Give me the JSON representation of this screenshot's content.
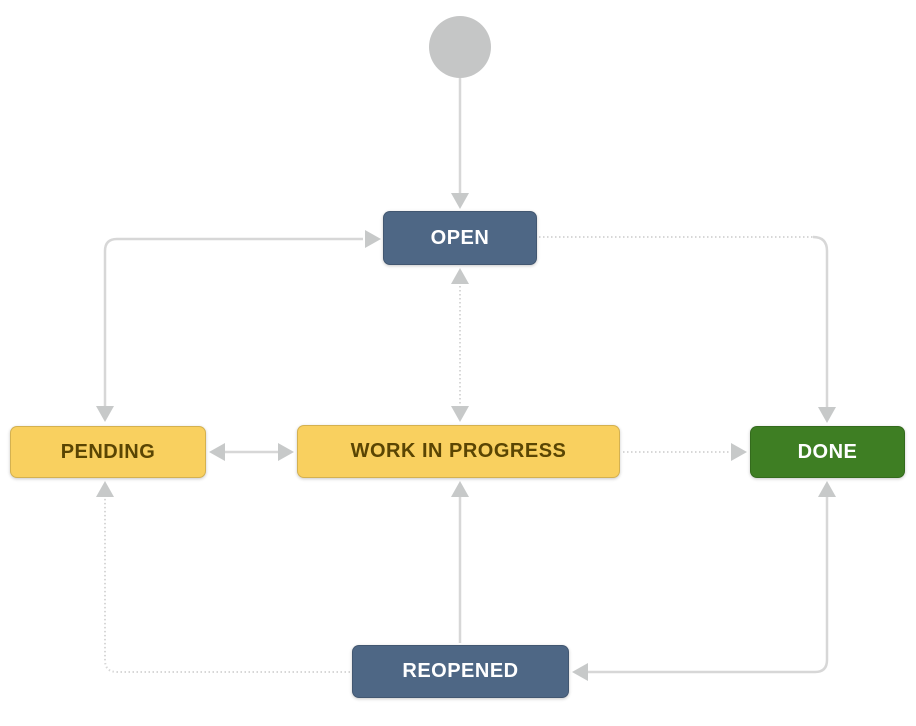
{
  "theme": {
    "canvas": "#ffffff",
    "line": "#d7d7d7",
    "arrowhead": "#c7c9c9",
    "start_circle": "#c5c6c6"
  },
  "workflow": {
    "start_node": {
      "id": "start",
      "shape": "circle"
    },
    "nodes": {
      "open": {
        "label": "OPEN",
        "fill": "#4e6785",
        "text_color": "#ffffff"
      },
      "pending": {
        "label": "PENDING",
        "fill": "#f9d05f",
        "text_color": "#5a4503"
      },
      "work_in_progress": {
        "label": "WORK IN PROGRESS",
        "fill": "#f9d05f",
        "text_color": "#5a4503"
      },
      "done": {
        "label": "DONE",
        "fill": "#3e7e23",
        "text_color": "#ffffff"
      },
      "reopened": {
        "label": "REOPENED",
        "fill": "#4e6785",
        "text_color": "#ffffff"
      }
    },
    "edges": [
      {
        "from": "start",
        "to": "open",
        "arrows": "to",
        "line": "solid"
      },
      {
        "from": "open",
        "to": "pending",
        "arrows": "both",
        "line": "solid"
      },
      {
        "from": "open",
        "to": "work_in_progress",
        "arrows": "both",
        "line": "dotted"
      },
      {
        "from": "open",
        "to": "done",
        "arrows": "to",
        "line": "dotted"
      },
      {
        "from": "pending",
        "to": "work_in_progress",
        "arrows": "both",
        "line": "solid"
      },
      {
        "from": "work_in_progress",
        "to": "done",
        "arrows": "to",
        "line": "dotted"
      },
      {
        "from": "reopened",
        "to": "work_in_progress",
        "arrows": "to",
        "line": "solid"
      },
      {
        "from": "done",
        "to": "reopened",
        "arrows": "both",
        "line": "solid"
      },
      {
        "from": "reopened",
        "to": "pending",
        "arrows": "to",
        "line": "dotted"
      }
    ]
  }
}
